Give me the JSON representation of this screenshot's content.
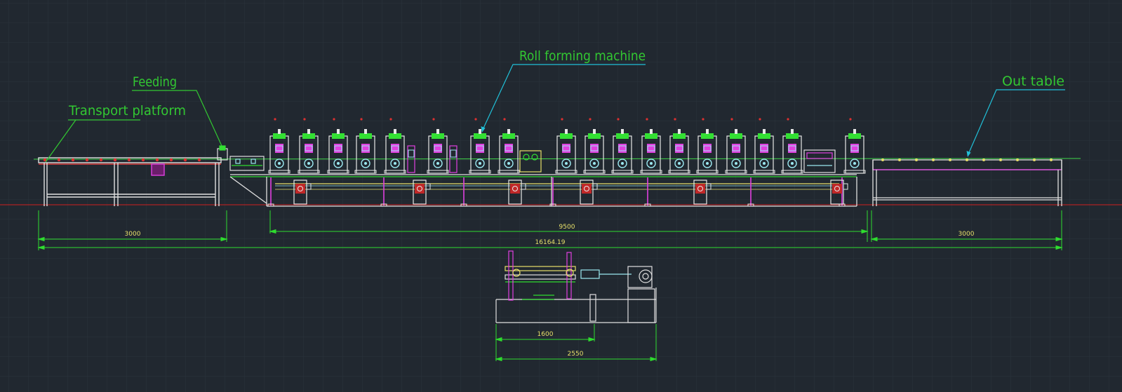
{
  "callouts": {
    "roll_forming_machine": "Roll forming machine",
    "out_table": "Out table",
    "feeding": "Feeding",
    "transport_platform": "Transport platform"
  },
  "dimensions": {
    "transport_width": "3000",
    "machine_length": "9500",
    "total_length": "16164.19",
    "out_table_width": "3000",
    "side_inner": "1600",
    "side_outer": "2550"
  },
  "colors": {
    "background": "#212830",
    "grid": "#2b333c",
    "callout_text": "#32c832",
    "leader": "#21c0d8",
    "dimension_line": "#2fdc2f",
    "dimension_text": "#e8e06a",
    "axis": "#d02020",
    "frame": "#e8e8e8",
    "roller": "#9be8f0",
    "stand_top": "#33e033",
    "magenta": "#e040e0",
    "motor": "#e03030"
  }
}
